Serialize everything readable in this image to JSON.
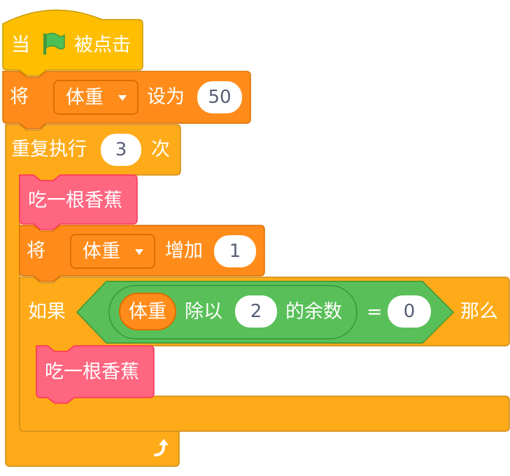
{
  "colors": {
    "control": "#ffab19",
    "control_border": "#cf8b17",
    "events": "#ffbf00",
    "events_border": "#cc9900",
    "variables": "#ff8c1a",
    "variables_border": "#db6e00",
    "operators": "#59c059",
    "operators_border": "#389438",
    "custom": "#ff6680",
    "custom_border": "#ff3355",
    "input_text": "#575e75"
  },
  "hat": {
    "prefix": "当",
    "flag_icon": "green-flag-icon",
    "suffix": "被点击"
  },
  "set_block": {
    "label": "将",
    "variable": "体重",
    "verb": "设为",
    "value": "50"
  },
  "repeat_block": {
    "label": "重复执行",
    "times": "3",
    "suffix": "次",
    "loop_icon": "loop-arrow-icon"
  },
  "eat_block_1": {
    "label": "吃一根香蕉"
  },
  "change_block": {
    "label": "将",
    "variable": "体重",
    "verb": "增加",
    "value": "1"
  },
  "if_block": {
    "label": "如果",
    "then": "那么"
  },
  "condition": {
    "reporter": "体重",
    "op_label": "除以",
    "divisor": "2",
    "mod_label": "的余数",
    "equals": "=",
    "compare_value": "0"
  },
  "eat_block_2": {
    "label": "吃一根香蕉"
  }
}
